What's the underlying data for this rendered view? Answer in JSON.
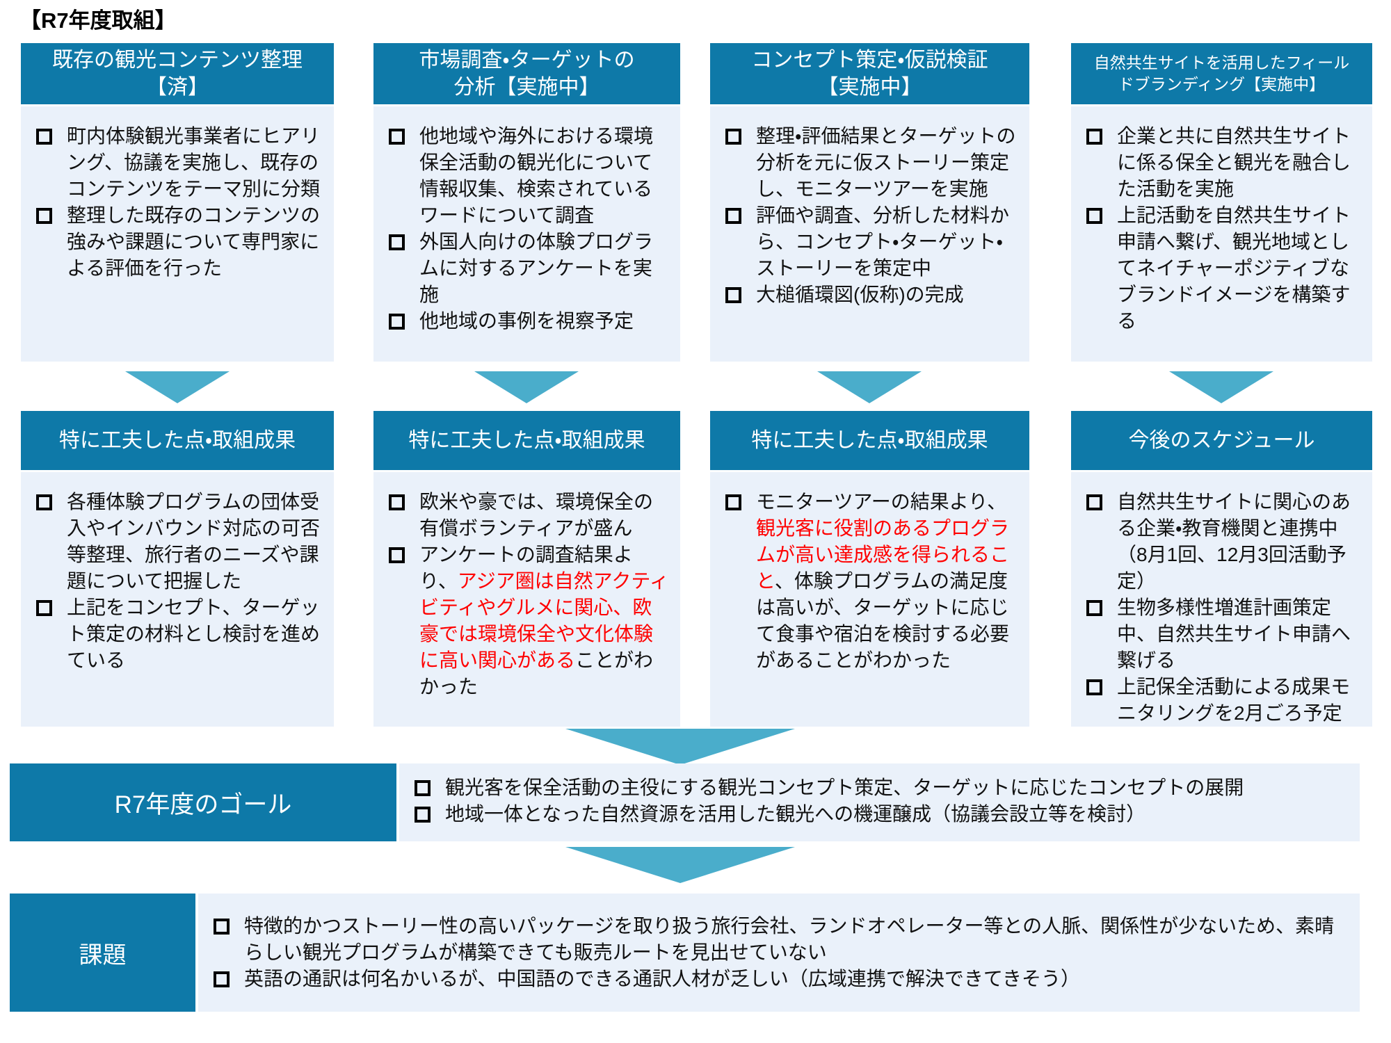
{
  "title": "【R7年度取組】",
  "colors": {
    "header_blue": "#0E79A8",
    "panel_light_blue": "#EAF1FA",
    "arrow_teal": "#4AADCB",
    "accent_red": "#FF0000",
    "text_black": "#111111"
  },
  "columns": [
    {
      "header": "既存の観光コンテンツ整理\n【済】",
      "items": [
        [
          {
            "text": "町内体験観光事業者にヒアリング、協議を実施し、既存のコンテンツをテーマ別に分類",
            "red": false
          }
        ],
        [
          {
            "text": "整理した既存のコンテンツの強みや課題について専門家による評価を行った",
            "red": false
          }
        ]
      ],
      "result_header": "特に工夫した点・取組成果",
      "result_items": [
        [
          {
            "text": "各種体験プログラムの団体受入やインバウンド対応の可否等整理、旅行者のニーズや課題について把握した",
            "red": false
          }
        ],
        [
          {
            "text": "上記をコンセプト、ターゲット策定の材料とし検討を進めている",
            "red": false
          }
        ]
      ]
    },
    {
      "header": "市場調査・ターゲットの\n分析【実施中】",
      "items": [
        [
          {
            "text": "他地域や海外における環境保全活動の観光化について情報収集、検索されているワードについて調査",
            "red": false
          }
        ],
        [
          {
            "text": "外国人向けの体験プログラムに対するアンケートを実施",
            "red": false
          }
        ],
        [
          {
            "text": "他地域の事例を視察予定",
            "red": false
          }
        ]
      ],
      "result_header": "特に工夫した点・取組成果",
      "result_items": [
        [
          {
            "text": "欧米や豪では、環境保全の有償ボランティアが盛ん",
            "red": false
          }
        ],
        [
          {
            "text": "アンケートの調査結果より、",
            "red": false
          },
          {
            "text": "アジア圏は自然アクティビティやグルメに関心、欧豪では環境保全や文化体験に高い関心がある",
            "red": true
          },
          {
            "text": "ことがわかった",
            "red": false
          }
        ]
      ]
    },
    {
      "header": "コンセプト策定・仮説検証\n【実施中】",
      "items": [
        [
          {
            "text": "整理・評価結果とターゲットの分析を元に仮ストーリー策定し、モニターツアーを実施",
            "red": false
          }
        ],
        [
          {
            "text": "評価や調査、分析した材料から、コンセプト・ターゲット・ストーリーを策定中",
            "red": false
          }
        ],
        [
          {
            "text": "大槌循環図(仮称)の完成",
            "red": false
          }
        ]
      ],
      "result_header": "特に工夫した点・取組成果",
      "result_items": [
        [
          {
            "text": "モニターツアーの結果より、",
            "red": false
          },
          {
            "text": "観光客に役割のあるプログラムが高い達成感を得られること",
            "red": true
          },
          {
            "text": "、体験プログラムの満足度は高いが、ターゲットに応じて食事や宿泊を検討する必要があることがわかった",
            "red": false
          }
        ]
      ]
    },
    {
      "header": "自然共生サイトを活用したフィール\nドブランディング【実施中】",
      "items": [
        [
          {
            "text": "企業と共に自然共生サイトに係る保全と観光を融合した活動を実施",
            "red": false
          }
        ],
        [
          {
            "text": "上記活動を自然共生サイト申請へ繋げ、観光地域としてネイチャーポジティブなブランドイメージを構築する",
            "red": false
          }
        ]
      ],
      "result_header": "今後のスケジュール",
      "result_items": [
        [
          {
            "text": "自然共生サイトに関心のある企業・教育機関と連携中（8月1回、12月3回活動予定）",
            "red": false
          }
        ],
        [
          {
            "text": "生物多様性増進計画策定中、自然共生サイト申請へ繋げる",
            "red": false
          }
        ],
        [
          {
            "text": "上記保全活動による成果モニタリングを2月ごろ予定",
            "red": false
          }
        ]
      ]
    }
  ],
  "goal": {
    "label": "R7年度のゴール",
    "items": [
      [
        {
          "text": "観光客を保全活動の主役にする観光コンセプト策定、ターゲットに応じたコンセプトの展開",
          "red": false
        }
      ],
      [
        {
          "text": "地域一体となった自然資源を活用した観光への機運醸成（協議会設立等を検討）",
          "red": false
        }
      ]
    ]
  },
  "issues": {
    "label": "課題",
    "items": [
      [
        {
          "text": "特徴的かつストーリー性の高いパッケージを取り扱う旅行会社、ランドオペレーター等との人脈、関係性が少ないため、素晴らしい観光プログラムが構築できても販売ルートを見出せていない",
          "red": false
        }
      ],
      [
        {
          "text": "英語の通訳は何名かいるが、中国語のできる通訳人材が乏しい（広域連携で解決できてきそう）",
          "red": false
        }
      ]
    ]
  }
}
